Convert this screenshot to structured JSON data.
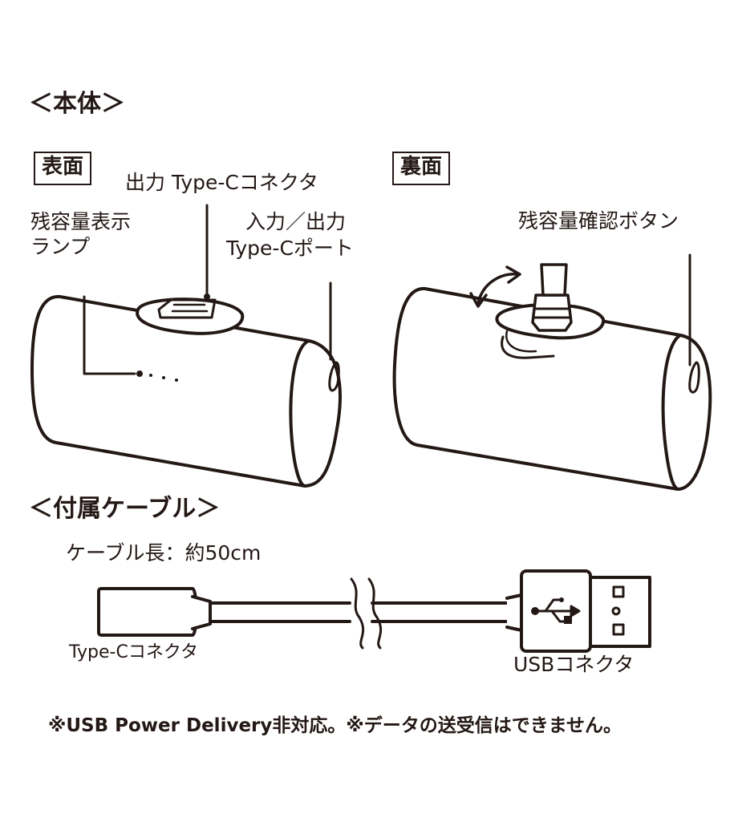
{
  "headings": {
    "body": "＜本体＞",
    "cable": "＜付属ケーブル＞"
  },
  "front": {
    "title": "表面",
    "out_connector": "出力 Type-Cコネクタ",
    "lamp_line1": "残容量表示",
    "lamp_line2": "ランプ",
    "port_line1": "入力／出力",
    "port_line2": "Type-Cポート"
  },
  "back": {
    "title": "裏面",
    "check_button": "残容量確認ボタン"
  },
  "cable": {
    "length": "ケーブル長：約50cm",
    "typec_label": "Type-Cコネクタ",
    "usb_label": "USBコネクタ"
  },
  "footnote": "※USB Power Delivery非対応。※データの送受信はできません。",
  "icons": {
    "usb": "usb-symbol-icon",
    "rotate": "rotate-arrow-icon"
  },
  "colors": {
    "ink": "#231815",
    "background": "#ffffff"
  }
}
